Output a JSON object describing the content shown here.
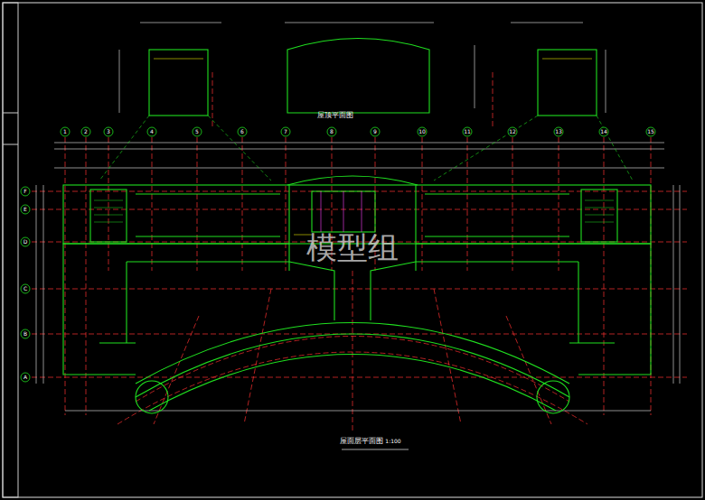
{
  "diagram": {
    "title": "屋面层平面图",
    "labels": [
      "屋顶平面图",
      "1:100",
      "模型组",
      "1",
      "2",
      "3",
      "4",
      "5",
      "6",
      "7",
      "8",
      "9",
      "10",
      "11",
      "12",
      "13",
      "14",
      "15",
      "F",
      "E",
      "D",
      "C",
      "B",
      "A"
    ]
  }
}
